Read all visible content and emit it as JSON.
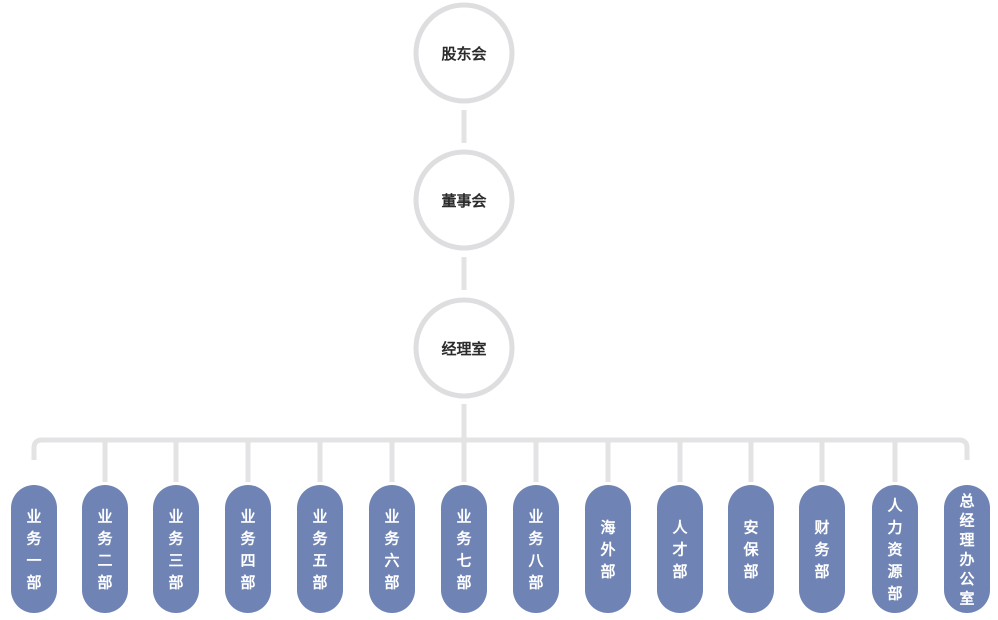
{
  "org_chart": {
    "levels": [
      "股东会",
      "董事会",
      "经理室"
    ],
    "departments": [
      "业务一部",
      "业务二部",
      "业务三部",
      "业务四部",
      "业务五部",
      "业务六部",
      "业务七部",
      "业务八部",
      "海外部",
      "人才部",
      "安保部",
      "财务部",
      "人力资源部",
      "总经理办公室"
    ]
  },
  "colors": {
    "line": "#e3e3e6",
    "circle_stroke": "#dedee1",
    "circle_fill": "#ffffff",
    "dept_fill": "#6f84b4",
    "node_text": "#2b2b2b",
    "dept_text": "#ffffff"
  }
}
